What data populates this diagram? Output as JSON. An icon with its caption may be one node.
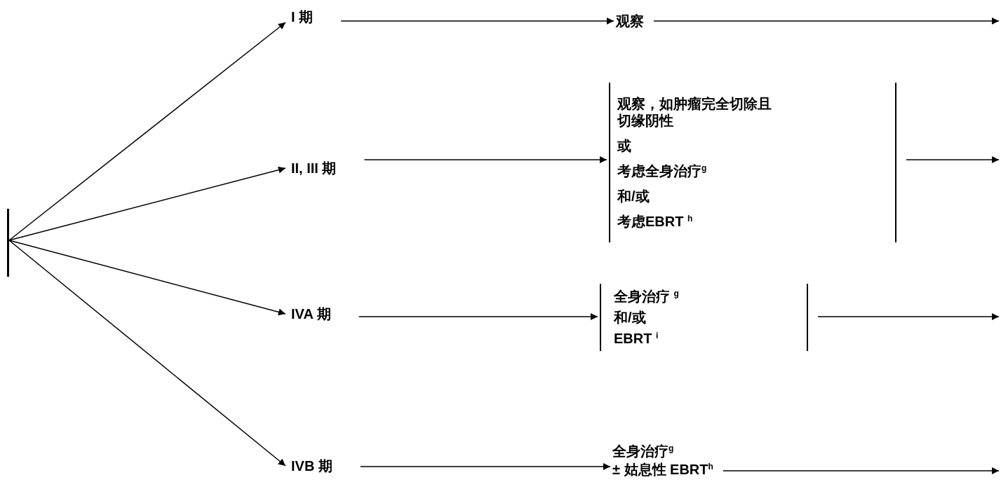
{
  "diagram": {
    "nodes": [
      {
        "text": [],
        "shape": "bar"
      },
      {
        "text": [
          "I 期"
        ]
      },
      {
        "text": [
          "观察"
        ]
      },
      {
        "text": [
          "II, III 期"
        ]
      },
      {
        "text": [
          "观察，如肿瘤完全切除且切缘阴性",
          "或",
          "考虑全身治疗$^{g}$",
          "和/或",
          "考虑EBRT $^{h}$"
        ]
      },
      {
        "text": [
          "IVA 期"
        ]
      },
      {
        "text": [
          "全身治疗 $^{g}$",
          "和/或",
          "EBRT $^{i}$"
        ]
      },
      {
        "text": [
          "IVB 期"
        ]
      },
      {
        "text": [
          "全身治疗$^{g}$",
          "± 姑息性 EBRT$^{h}$"
        ]
      }
    ],
    "edges": [
      {
        "from": 0,
        "to": 1,
        "arrow": "to"
      },
      {
        "from": 0,
        "to": 3,
        "arrow": "to"
      },
      {
        "from": 0,
        "to": 5,
        "arrow": "to"
      },
      {
        "from": 0,
        "to": 7,
        "arrow": "to"
      },
      {
        "from": 1,
        "to": 2,
        "arrow": "to"
      },
      {
        "from": 3,
        "to": 4,
        "arrow": "to"
      },
      {
        "from": 5,
        "to": 6,
        "arrow": "to"
      },
      {
        "from": 7,
        "to": 8,
        "arrow": "to"
      },
      {
        "from": 2,
        "to": null,
        "arrow": "to"
      },
      {
        "from": 4,
        "to": null,
        "arrow": "to"
      },
      {
        "from": 6,
        "to": null,
        "arrow": "to"
      },
      {
        "from": 8,
        "to": null,
        "arrow": "to"
      }
    ]
  }
}
